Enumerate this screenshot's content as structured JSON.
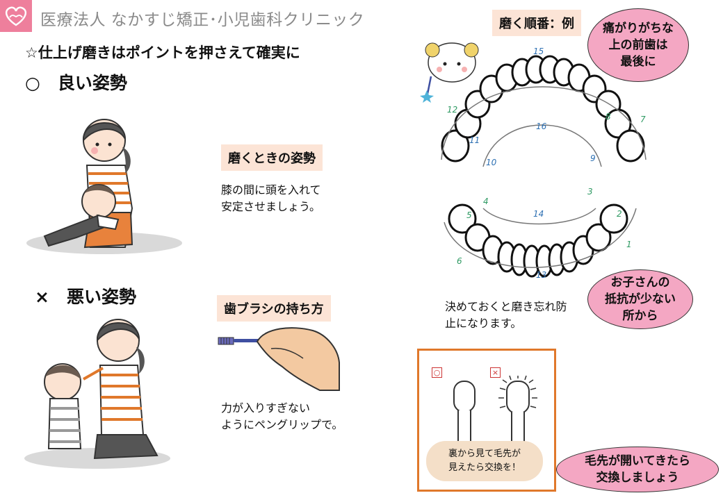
{
  "header": {
    "clinic_name": "医療法人 なかすじ矯正･小児歯科クリニック"
  },
  "subtitle": "☆仕上げ磨きはポイントを押さえて確実に",
  "good": {
    "title": "○　良い姿勢",
    "tag": "磨くときの姿勢",
    "text": [
      "膝の間に頭を入れて",
      "安定させましょう。"
    ]
  },
  "bad": {
    "title": "×　悪い姿勢"
  },
  "grip": {
    "tag": "歯ブラシの持ち方",
    "text": [
      "力が入りすぎない",
      "ようにペングリップで。"
    ]
  },
  "order": {
    "tag": "磨く順番：例",
    "bubble_top": "痛がりがちな\n上の前歯は\n最後に",
    "bubble_bottom": "お子さんの\n抵抗が少ない\n所から",
    "note": [
      "決めておくと磨き忘れ防",
      "止になります。"
    ],
    "numbers_green": [
      "1",
      "2",
      "3",
      "4",
      "5",
      "6",
      "7",
      "8",
      "12"
    ],
    "numbers_blue": [
      "9",
      "10",
      "11",
      "13",
      "14",
      "15",
      "16"
    ]
  },
  "brush": {
    "mark_good": "○",
    "mark_bad": "×",
    "note": "裏から見て毛先が\n見えたら交換を！",
    "bubble": "毛先が開いてきたら\n交換しましょう"
  },
  "colors": {
    "logo": "#ee7f9c",
    "tag_bg": "#fce4d6",
    "bubble": "#f4a7c3",
    "box_border": "#e0782b",
    "teeth_green": "#2f9a63",
    "teeth_blue": "#2c6fb2"
  }
}
